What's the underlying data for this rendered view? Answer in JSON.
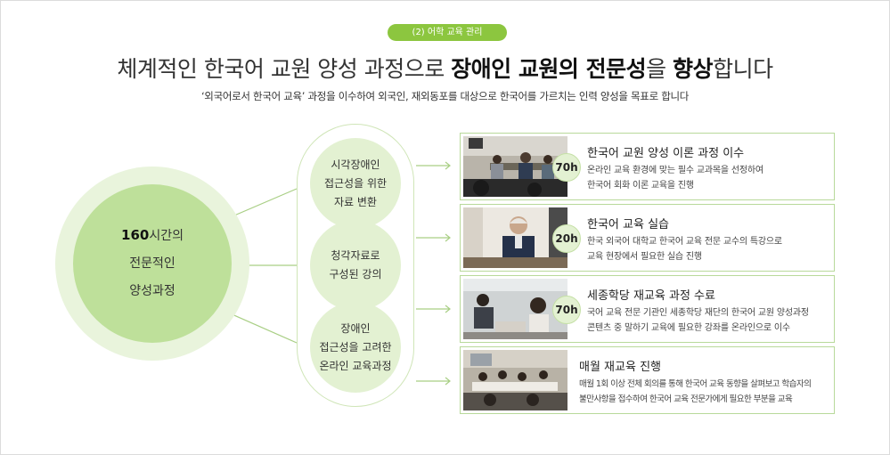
{
  "section_badge": "(2) 어학 교육 관리",
  "headline": {
    "part1": "체계적인 한국어 교원 양성 과정으로 ",
    "bold1": "장애인 교원의 전문성",
    "part2": "을 ",
    "bold2": "향상",
    "part3": "합니다"
  },
  "subline": "‘외국어로서 한국어 교육’ 과정을 이수하여 외국인, 재외동포를 대상으로 한국어를 가르치는 인력 양성을 목표로 합니다",
  "main_circle": {
    "line1_bold": "160",
    "line1_rest": "시간의",
    "line2": "전문적인",
    "line3": "양성과정"
  },
  "features": [
    {
      "line1": "시각장애인",
      "line2": "접근성을 위한",
      "line3": "자료 변환"
    },
    {
      "line1": "청각자료로",
      "line2": "구성된 강의"
    },
    {
      "line1": "장애인",
      "line2": "접근성을 고려한",
      "line3": "온라인 교육과정"
    }
  ],
  "courses": [
    {
      "hours": "70h",
      "title": "한국어 교원 양성 이론 과정 이수",
      "desc1": "온라인 교육 환경에 맞는 필수 교과목을 선정하여",
      "desc2": "한국어 회화 이론 교육을 진행",
      "photo": "classroom-photo"
    },
    {
      "hours": "20h",
      "title": "한국어 교육 실습",
      "desc1": "한국 외국어 대학교 한국어 교육 전문 교수의 특강으로",
      "desc2": "교육 현장에서 필요한 실습 진행",
      "photo": "lecturer-photo"
    },
    {
      "hours": "70h",
      "title": "세종학당 재교육 과정 수료",
      "desc1": "국어 교육 전문 기관인 세종학당 재단의 한국어 교원 양성과정",
      "desc2": "콘텐츠 중 말하기 교육에 필요한 강좌를 온라인으로 이수",
      "photo": "study-photo"
    },
    {
      "hours": "",
      "title": "매월 재교육 진행",
      "desc1": "매월 1회 이상 전체 회의를 통해 한국어 교육 동향을 살펴보고 학습자의",
      "desc2": "불만사항을 접수하여 한국어 교육 전문가에게 필요한 부분을 교육",
      "photo": "meeting-photo"
    }
  ],
  "colors": {
    "accent": "#8cc63f",
    "circle_light": "#e9f4dc",
    "circle_main": "#bee09a",
    "card_border": "#b8d99a"
  }
}
